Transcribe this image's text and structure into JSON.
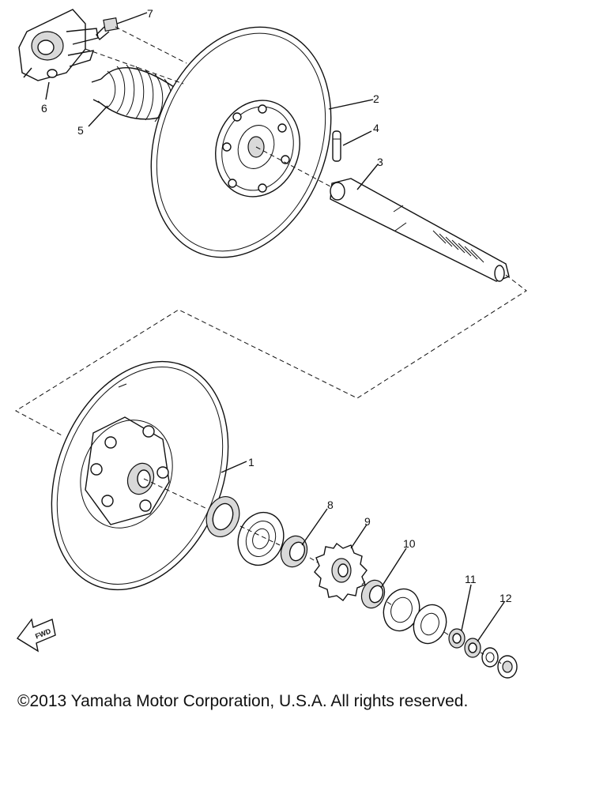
{
  "diagram": {
    "callouts": [
      {
        "id": "1",
        "label": "1"
      },
      {
        "id": "2",
        "label": "2"
      },
      {
        "id": "3",
        "label": "3"
      },
      {
        "id": "4",
        "label": "4"
      },
      {
        "id": "5",
        "label": "5"
      },
      {
        "id": "6",
        "label": "6"
      },
      {
        "id": "7",
        "label": "7"
      },
      {
        "id": "8",
        "label": "8"
      },
      {
        "id": "9",
        "label": "9"
      },
      {
        "id": "10",
        "label": "10"
      },
      {
        "id": "11",
        "label": "11"
      },
      {
        "id": "12",
        "label": "12"
      }
    ],
    "direction_marker": {
      "label": "FWD",
      "icon": "fwd-arrow-icon"
    }
  },
  "footer": {
    "copyright": "©2013 Yamaha Motor Corporation, U.S.A. All rights reserved."
  }
}
